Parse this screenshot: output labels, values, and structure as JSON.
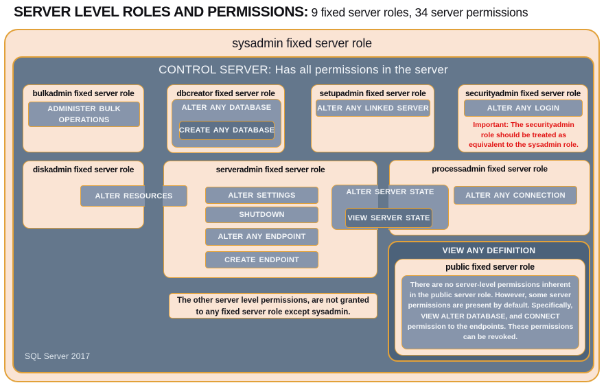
{
  "page_title": {
    "main": "SERVER LEVEL ROLES AND PERMISSIONS:",
    "sub": "9 fixed server roles, 34 server permissions"
  },
  "sysadmin_label": "sysadmin fixed server role",
  "control_server_label": "CONTROL SERVER: Has all permissions in the server",
  "roles": {
    "bulkadmin": {
      "header": "bulkadmin fixed server role",
      "perm_administer_bulk": "ADMINISTER BULK\nOPERATIONS"
    },
    "dbcreator": {
      "header": "dbcreator fixed server role",
      "perm_alter_any_database": "ALTER ANY DATABASE",
      "perm_create_any_database": "CREATE ANY DATABASE"
    },
    "setupadmin": {
      "header": "setupadmin fixed server role",
      "perm_alter_any_linked_server": "ALTER ANY LINKED SERVER"
    },
    "securityadmin": {
      "header": "securityadmin fixed server role",
      "perm_alter_any_login": "ALTER ANY LOGIN",
      "warning": "Important: The securityadmin\nrole should be treated as\nequivalent to the sysadmin role."
    },
    "diskadmin": {
      "header": "diskadmin fixed server role",
      "perm_alter_resources": "ALTER RESOURCES"
    },
    "serveradmin": {
      "header": "serveradmin fixed server role",
      "perm_alter_settings": "ALTER SETTINGS",
      "perm_shutdown": "SHUTDOWN",
      "perm_alter_any_endpoint": "ALTER ANY ENDPOINT",
      "perm_create_endpoint": "CREATE ENDPOINT",
      "perm_alter_server_state": "ALTER SERVER STATE",
      "perm_view_server_state": "VIEW SERVER STATE"
    },
    "processadmin": {
      "header": "processadmin fixed server role",
      "perm_alter_any_connection": "ALTER ANY CONNECTION"
    },
    "public": {
      "perm_view_any_definition": "VIEW ANY DEFINITION",
      "header": "public fixed server role",
      "note": "There are no server-level permissions inherent\nin the public server role. However, some server\npermissions are present by default. Specifically,\nVIEW ALTER DATABASE, and CONNECT\npermission to the endpoints. These permissions\ncan be revoked."
    }
  },
  "footnote": "The other server level permissions, are not granted\nto any fixed server role except sysadmin.",
  "footer": "SQL Server 2017",
  "colors": {
    "peach": "#fae4d4",
    "gold_border": "#e2a139",
    "blue_background": "#64778c",
    "permission_button": "#8795ab",
    "permission_button_dark": "#5e7188",
    "dark_panel": "#4c627a",
    "warning_red": "#e21414"
  }
}
